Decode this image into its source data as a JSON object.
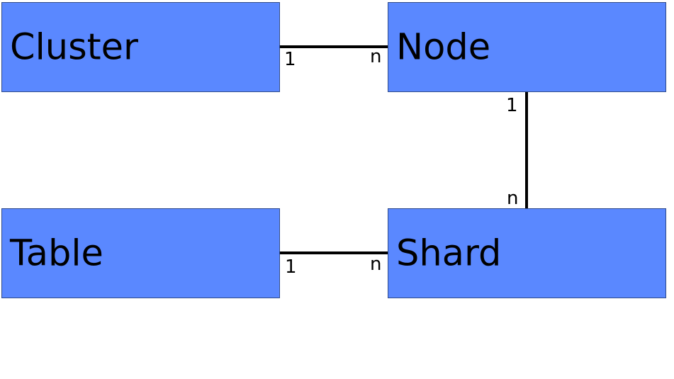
{
  "entities": {
    "cluster": "Cluster",
    "node": "Node",
    "table": "Table",
    "shard": "Shard"
  },
  "relations": {
    "cluster_node": {
      "from_cardinality": "1",
      "to_cardinality": "n"
    },
    "node_shard": {
      "from_cardinality": "1",
      "to_cardinality": "n"
    },
    "table_shard": {
      "from_cardinality": "1",
      "to_cardinality": "n"
    }
  },
  "colors": {
    "entity_fill": "#5a88ff",
    "entity_border": "#2f4a8a",
    "connector": "#000000",
    "text": "#000000"
  }
}
